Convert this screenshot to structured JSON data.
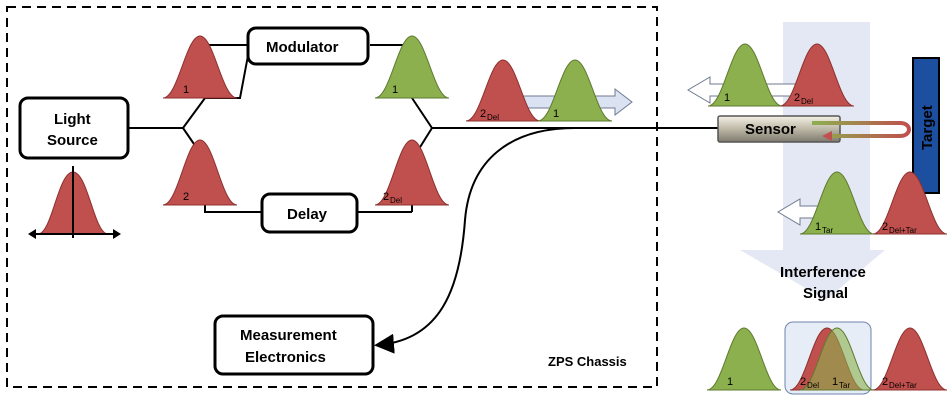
{
  "boxes": {
    "light_source_line1": "Light",
    "light_source_line2": "Source",
    "modulator": "Modulator",
    "delay": "Delay",
    "measurement_line1": "Measurement",
    "measurement_line2": "Electronics"
  },
  "chassis_label": "ZPS Chassis",
  "sensor_label": "Sensor",
  "target_label": "Target",
  "interference_line1": "Interference",
  "interference_line2": "Signal",
  "pulse_labels": {
    "one": "1",
    "two": "2",
    "two_del_main": "2",
    "two_del_sub": "Del",
    "one_tar_main": "1",
    "one_tar_sub": "Tar",
    "two_deltar_main": "2",
    "two_deltar_sub": "Del+Tar"
  },
  "colors": {
    "pulse_red": "#c0504d",
    "pulse_green": "#8cb04e",
    "target_blue": "#1d4fa0",
    "arrow_light": "#dbe0f0"
  }
}
